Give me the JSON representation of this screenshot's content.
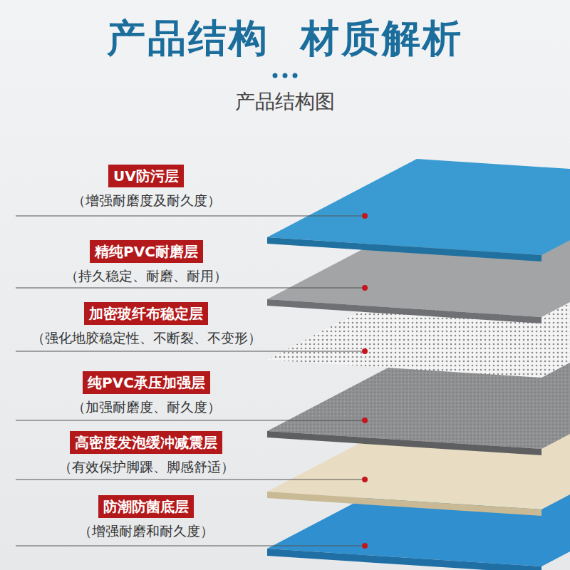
{
  "diagram": {
    "title": "产品结构  材质解析",
    "nodes": [
      {
        "text": [
          "UV防污层",
          "（增强耐磨度及耐久度）"
        ]
      },
      {
        "text": [
          "精纯PVC耐磨层",
          "（持久稳定、耐磨、耐用）"
        ]
      },
      {
        "text": [
          "加密玻纤布稳定层",
          "（强化地胶稳定性、不断裂、不变形）"
        ]
      },
      {
        "text": [
          "纯PVC承压加强层",
          "（加强耐磨度、耐久度）"
        ]
      },
      {
        "text": [
          "高密度发泡缓冲减震层",
          "（有效保护脚踝、脚感舒适）"
        ]
      },
      {
        "text": [
          "防潮防菌底层",
          "（增强耐磨和耐久度）"
        ]
      }
    ],
    "labels": [
      "产品结构图"
    ]
  }
}
